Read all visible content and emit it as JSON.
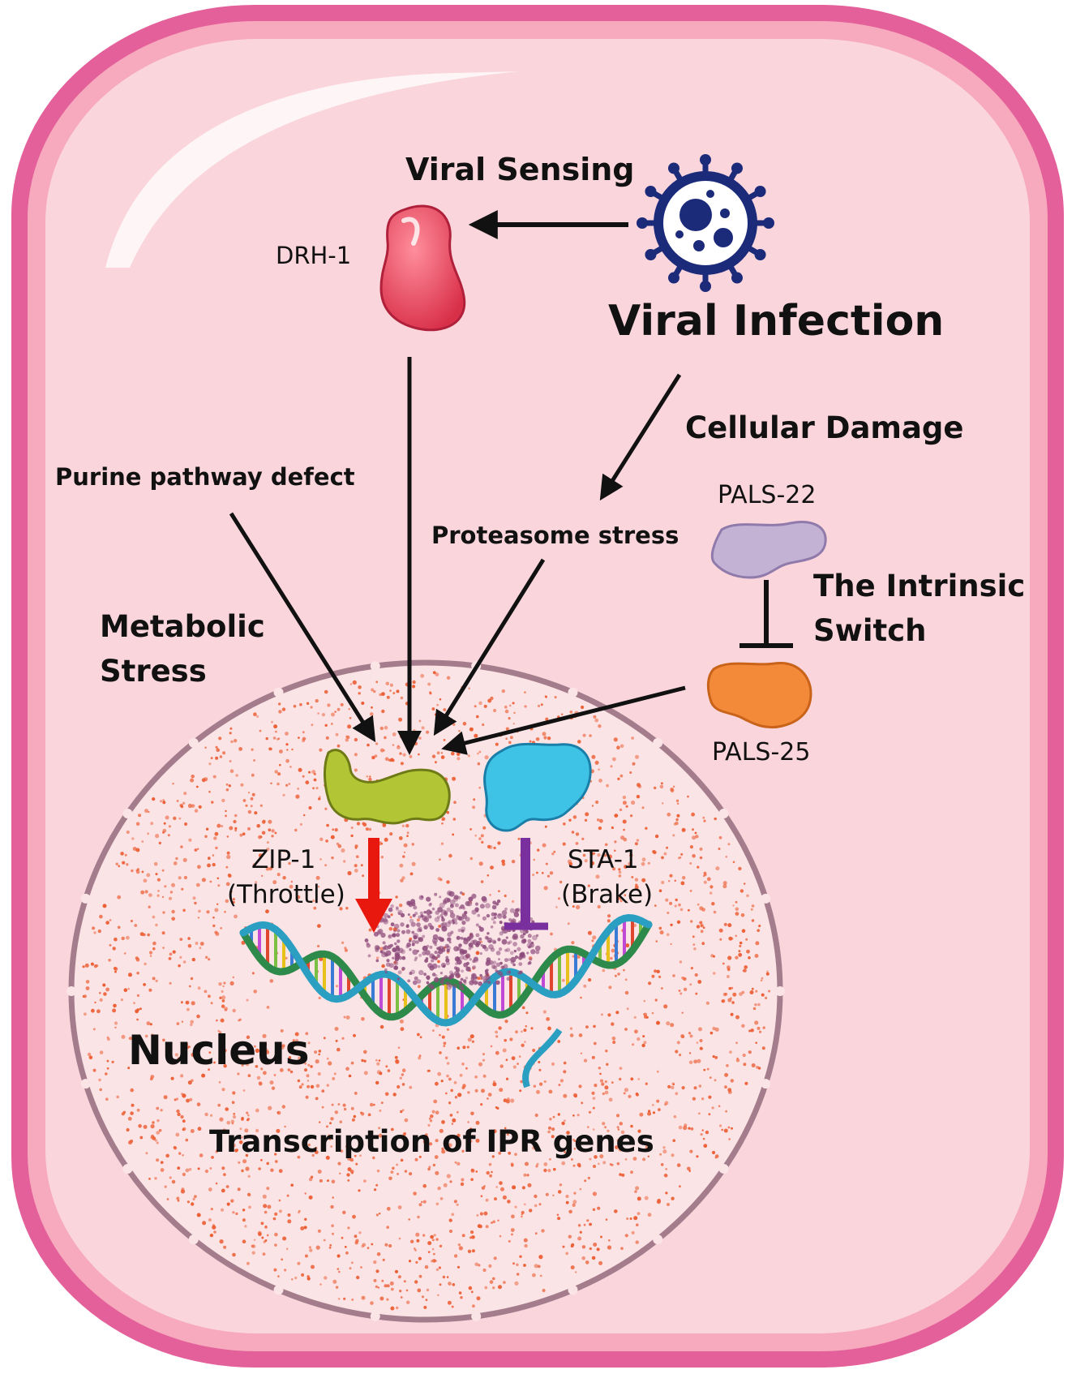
{
  "labels": {
    "viral_sensing": "Viral Sensing",
    "drh1": "DRH-1",
    "viral_infection": "Viral Infection",
    "cellular_damage": "Cellular Damage",
    "purine": "Purine pathway defect",
    "proteasome": "Proteasome stress",
    "pals22": "PALS-22",
    "intrinsic_line1": "The Intrinsic",
    "intrinsic_line2": "Switch",
    "metabolic_line1": "Metabolic",
    "metabolic_line2": "Stress",
    "pals25": "PALS-25",
    "zip1_line1": "ZIP-1",
    "zip1_line2": "(Throttle)",
    "sta1_line1": "STA-1",
    "sta1_line2": "(Brake)",
    "nucleus": "Nucleus",
    "transcription": "Transcription of IPR genes"
  },
  "icons": {
    "virus": "virus-icon",
    "drh1": "drh1-protein-icon",
    "pals22": "pals22-protein-icon",
    "pals25": "pals25-protein-icon",
    "zip1": "zip1-protein-icon",
    "sta1": "sta1-protein-icon",
    "dna": "dna-helix-icon"
  },
  "colors": {
    "cell_membrane": "#e4609a",
    "cytoplasm": "#fad6dc",
    "nucleus_fill": "#fbe4e6",
    "nucleus_dots": "#ec5e34",
    "virus": "#1c2a7a",
    "drh1": "#ef4b62",
    "pals22": "#c3b2d4",
    "pals25": "#f38a3a",
    "zip1": "#b2c635",
    "sta1": "#3ec2e6",
    "activation_arrow": "#e8180f",
    "inhibition_bar": "#7a2f9e"
  }
}
